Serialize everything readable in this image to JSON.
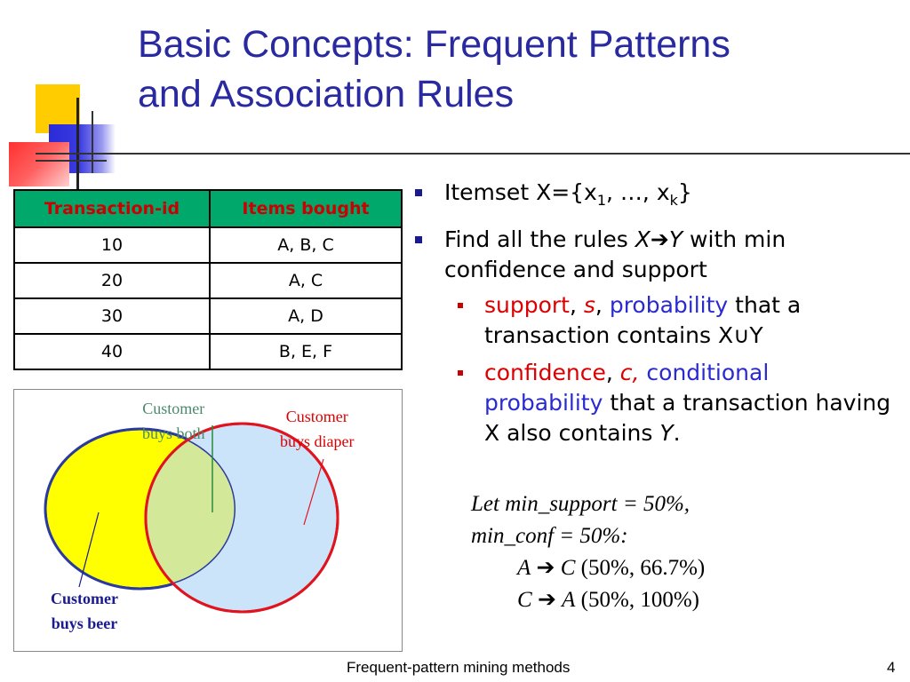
{
  "title": {
    "line1": "Basic Concepts: Frequent Patterns",
    "line2": "and Association Rules"
  },
  "table": {
    "headers": [
      "Transaction-id",
      "Items bought"
    ],
    "rows": [
      [
        "10",
        "A, B, C"
      ],
      [
        "20",
        "A, C"
      ],
      [
        "30",
        "A, D"
      ],
      [
        "40",
        "B, E, F"
      ]
    ],
    "header_bg": "#00a86b",
    "header_text": "#cc0000"
  },
  "venn": {
    "label_both_1": "Customer",
    "label_both_2": "buys both",
    "label_diaper_1": "Customer",
    "label_diaper_2": "buys diaper",
    "label_beer_1": "Customer",
    "label_beer_2": "buys beer",
    "beer_color": "#ffff00",
    "diaper_color": "#cce4fa",
    "overlap_color": "#d4e89a"
  },
  "bullets": {
    "itemset_prefix": "Itemset X={x",
    "itemset_sub1": "1",
    "itemset_mid": ", …, x",
    "itemset_subk": "k",
    "itemset_suffix": "}",
    "rules_prefix": "Find all the rules ",
    "rules_x": "X",
    "rules_arrow": "➔",
    "rules_y": "Y",
    "rules_suffix": " with min confidence and support",
    "support_word": "support",
    "support_comma": ", ",
    "support_s": "s",
    "support_comma2": ", ",
    "support_prob": "probability",
    "support_rest": " that a transaction contains X∪Y",
    "conf_word": "confidence",
    "conf_comma": ", ",
    "conf_c": "c,",
    "conf_cond": " conditional probability",
    "conf_rest": " that a transaction having X also contains ",
    "conf_y": "Y",
    "conf_end": "."
  },
  "rules_block": {
    "line1": "Let  min_support = 50%,",
    "line2": "min_conf  = 50%:",
    "r1_lhs": "A",
    "r1_arrow": "➔",
    "r1_rhs": "C",
    "r1_vals": "(50%, 66.7%)",
    "r2_lhs": "C",
    "r2_arrow": "➔",
    "r2_rhs": "A",
    "r2_vals": "(50%, 100%)"
  },
  "footer": {
    "text": "Frequent-pattern mining methods",
    "page": "4"
  }
}
